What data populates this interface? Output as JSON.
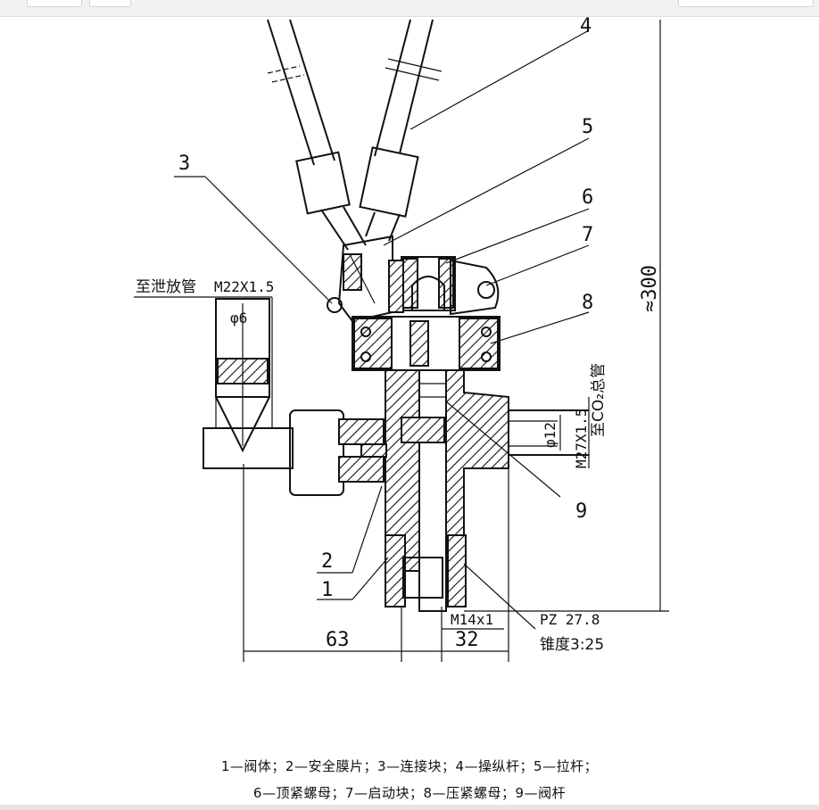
{
  "parts": {
    "p1": "1",
    "p2": "2",
    "p3": "3",
    "p4": "4",
    "p5": "5",
    "p6": "6",
    "p7": "7",
    "p8": "8",
    "p9": "9"
  },
  "annotations": {
    "vent_pipe": "至泄放管",
    "vent_thread": "M22X1.5",
    "vent_dia": "φ6",
    "height": "≈300",
    "co2_main": "至CO₂总管",
    "co2_thread": "M27X1.5",
    "bore": "φ12",
    "bottom_thread": "M14x1",
    "pz": "PZ 27.8",
    "taper": "锥度3:25",
    "dim_left": "63",
    "dim_right": "32"
  },
  "caption": {
    "line1": "1—阀体；2—安全膜片；3—连接块；4—操纵杆；5—拉杆；",
    "line2": "6—顶紧螺母；7—启动块；8—压紧螺母；9—阀杆"
  }
}
